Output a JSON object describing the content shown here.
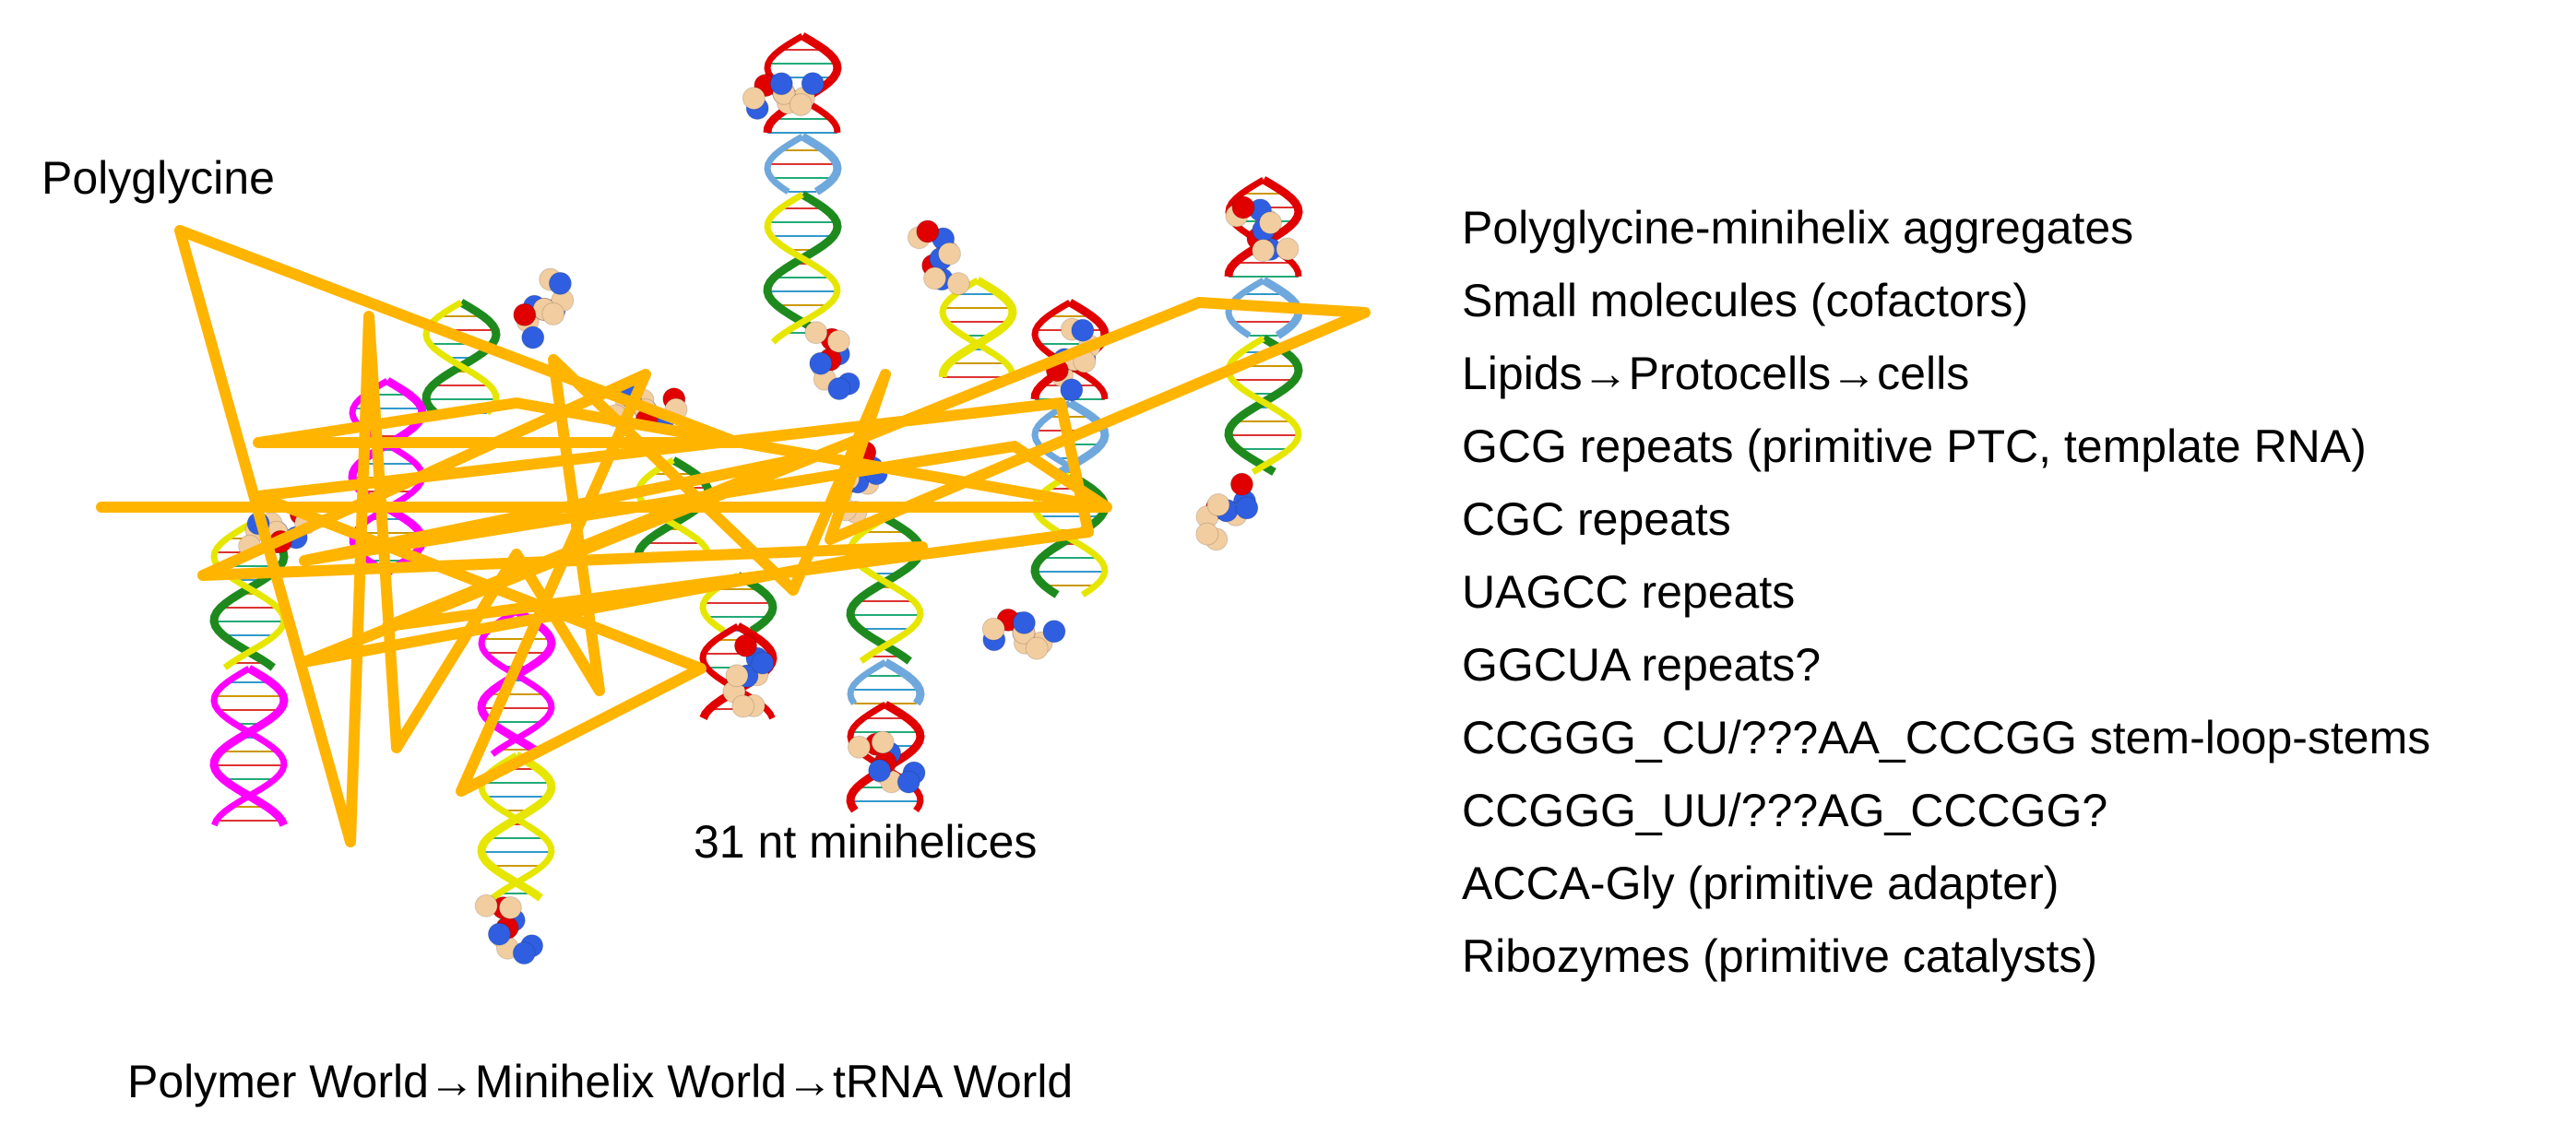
{
  "labels": {
    "polyglycine": "Polyglycine",
    "minihelices": "31 nt minihelices",
    "worlds": "Polymer World→Minihelix World→tRNA World"
  },
  "components": [
    "Polyglycine-minihelix aggregates",
    "Small molecules (cofactors)",
    "Lipids→Protocells→cells",
    "GCG repeats (primitive PTC, template RNA)",
    "CGC repeats",
    "UAGCC repeats",
    "GGCUA repeats?",
    "CCGGG_CU/???AA_CCCGG stem-loop-stems",
    "CCGGG_UU/???AG_CCCGG?",
    "ACCA-Gly (primitive adapter)",
    "Ribozymes (primitive catalysts)"
  ],
  "colors": {
    "polyglycine": "#FFB400",
    "loop": "#E00000",
    "stem_blue": "#6FA8DC",
    "stem_green": "#1E8A1E",
    "stem_yellow": "#E6E600",
    "magenta": "#FF00FF",
    "cofactor": "#F2CDA0"
  }
}
